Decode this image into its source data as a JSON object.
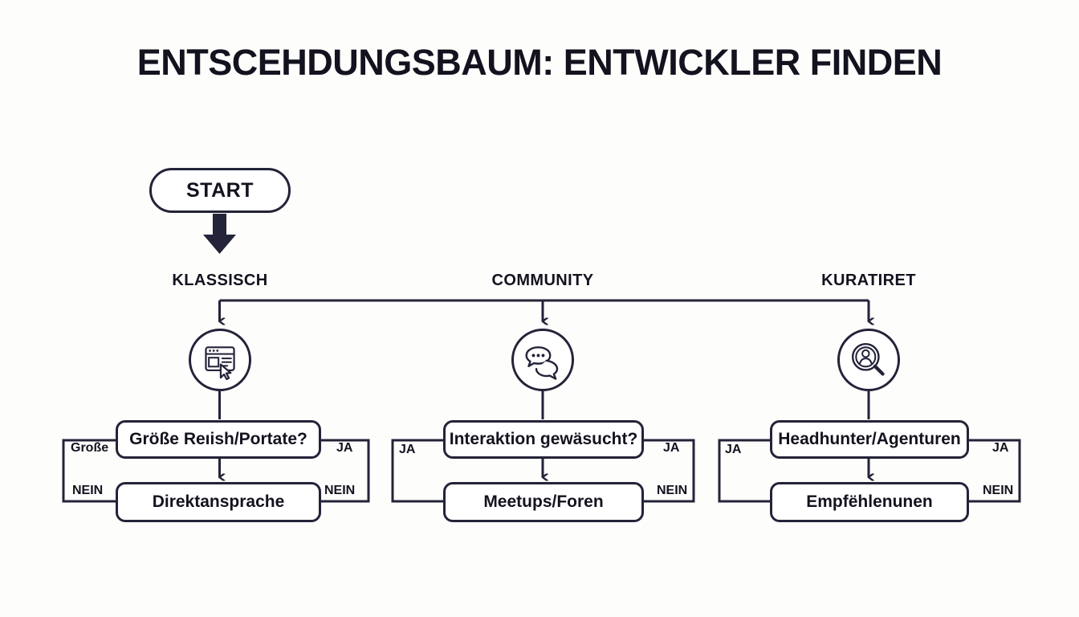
{
  "title": "ENTSCEHDUNGSBAUM: ENTWICKLER FINDEN",
  "start": {
    "label": "START"
  },
  "columns": [
    {
      "id": "klassisch",
      "header": "KLASSISCH",
      "icon": "browser-window-cursor-icon",
      "question": "Größe Reıish/Portate?",
      "outcome": "Direktansprache",
      "left_labels": [
        "Große",
        "NEIN"
      ],
      "right_labels": [
        "JA",
        "NEIN"
      ]
    },
    {
      "id": "community",
      "header": "COMMUNITY",
      "icon": "speech-bubbles-icon",
      "question": "Interaktion gewäsucht?",
      "outcome": "Meetups/Foren",
      "left_labels": [
        "JA"
      ],
      "right_labels": [
        "JA",
        "NEIN"
      ]
    },
    {
      "id": "kuratiret",
      "header": "KURATIRET",
      "icon": "person-magnifier-icon",
      "question": "Headhunter/Agenturen",
      "outcome": "Empfëhlenunen",
      "left_labels": [
        "JA"
      ],
      "right_labels": [
        "JA",
        "NEIN"
      ]
    }
  ],
  "colors": {
    "stroke": "#232339",
    "text": "#13131f",
    "background": "#fdfdfc",
    "node_fill": "#ffffff"
  }
}
